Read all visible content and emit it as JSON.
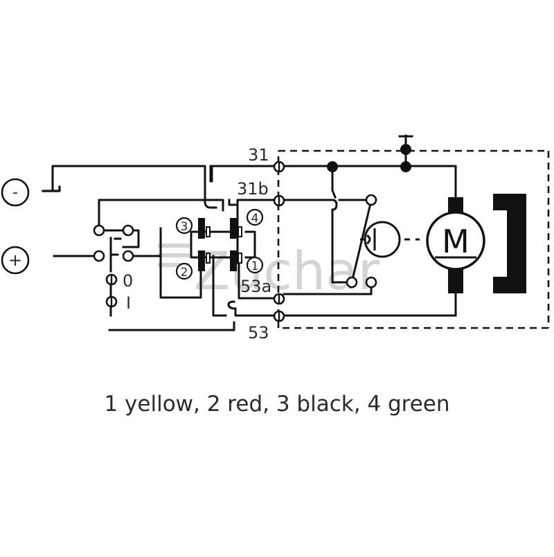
{
  "diagram": {
    "terminals": {
      "t31": "31",
      "t31b": "31b",
      "t53a": "53a",
      "t53": "53"
    },
    "polarity": {
      "minus": "-",
      "plus": "+"
    },
    "switch_positions": {
      "off": "0",
      "on": "I"
    },
    "connector_pins": {
      "p1": "1",
      "p2": "2",
      "p3": "3",
      "p4": "4"
    },
    "motor_label": "M",
    "watermark": "Zuchar",
    "caption": "1 yellow, 2 red, 3 black, 4 green"
  }
}
